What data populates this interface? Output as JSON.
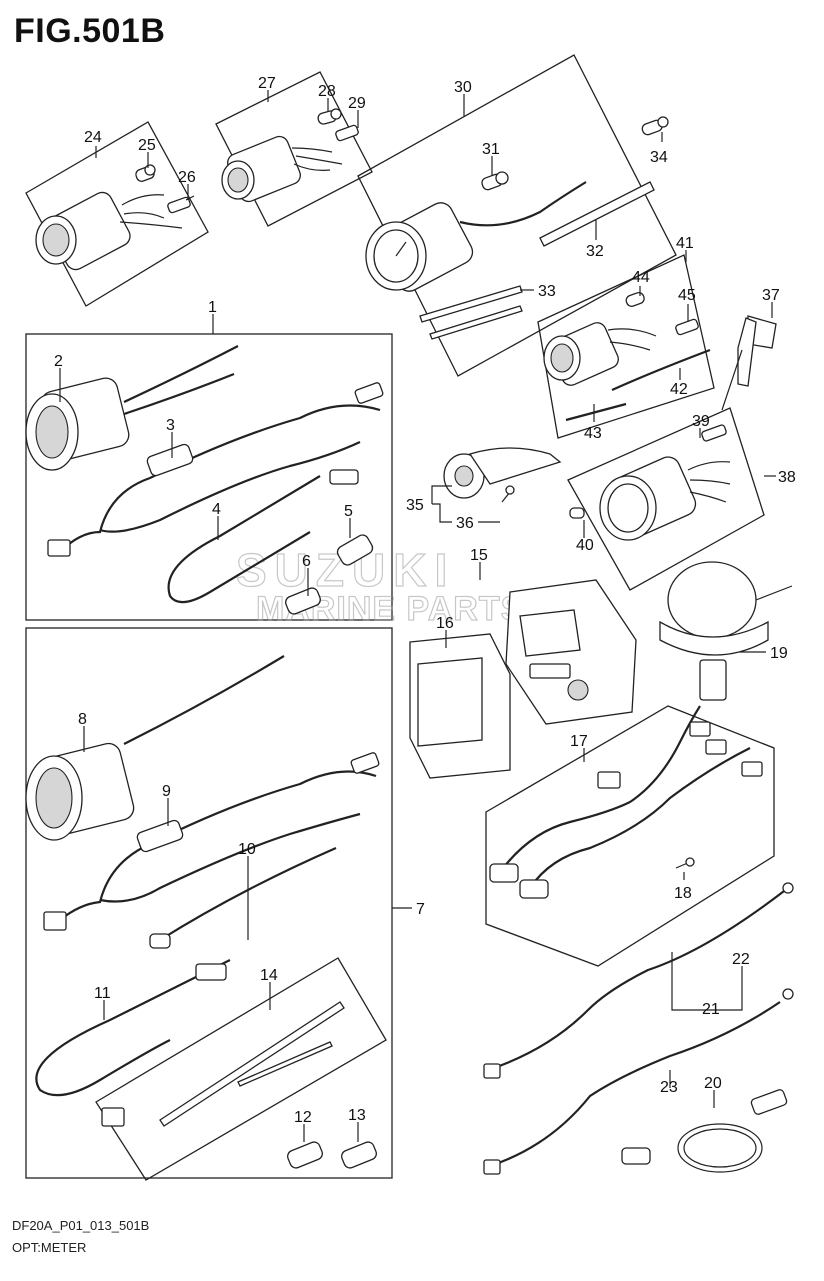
{
  "title": "FIG.501B",
  "footer": {
    "code": "DF20A_P01_013_501B",
    "name": "OPT:METER"
  },
  "watermark": {
    "line1": "SUZUKI",
    "line2": "MARINE PARTS"
  },
  "callouts": {
    "c1": "1",
    "c2": "2",
    "c3": "3",
    "c4": "4",
    "c5": "5",
    "c6": "6",
    "c7": "7",
    "c8": "8",
    "c9": "9",
    "c10": "10",
    "c11": "11",
    "c12": "12",
    "c13": "13",
    "c14": "14",
    "c15": "15",
    "c16": "16",
    "c17": "17",
    "c18": "18",
    "c19": "19",
    "c20": "20",
    "c21": "21",
    "c22": "22",
    "c23": "23",
    "c24": "24",
    "c25": "25",
    "c26": "26",
    "c27": "27",
    "c28": "28",
    "c29": "29",
    "c30": "30",
    "c31": "31",
    "c32": "32",
    "c33": "33",
    "c34": "34",
    "c35": "35",
    "c36": "36",
    "c37": "37",
    "c38": "38",
    "c39": "39",
    "c40": "40",
    "c41": "41",
    "c42": "42",
    "c43": "43",
    "c44": "44",
    "c45": "45"
  },
  "colors": {
    "line": "#222222",
    "fill_gray": "#d6d6d6",
    "watermark": "#9a9a9a"
  }
}
